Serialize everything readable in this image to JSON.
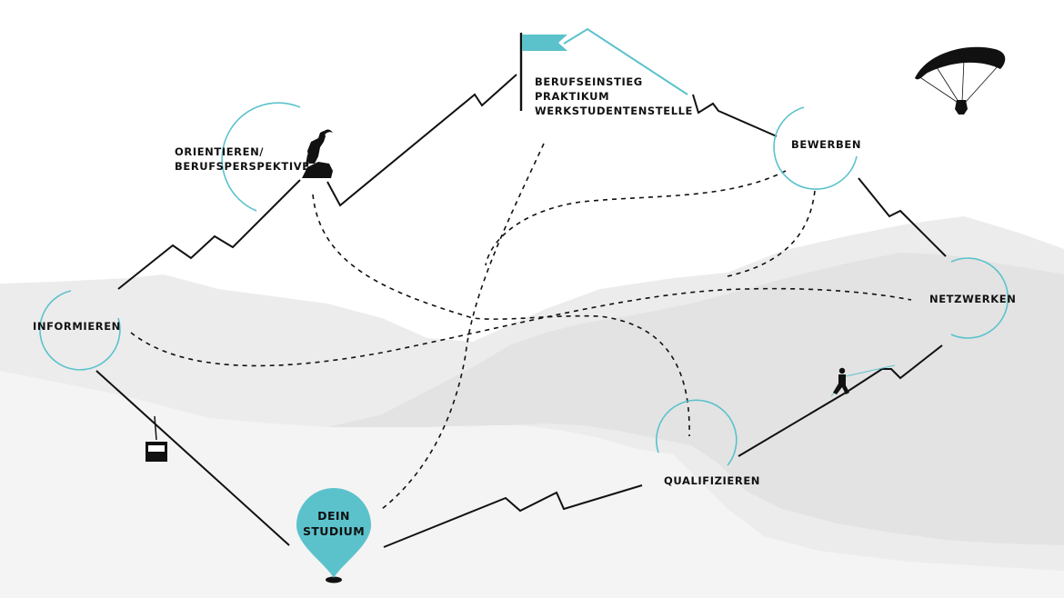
{
  "nodes": {
    "informieren": "INFORMIEREN",
    "orientieren_line1": "ORIENTIEREN/",
    "orientieren_line2": "BERUFSPERSPEKTIVE",
    "berufseinstieg_line1": "BERUFSEINSTIEG",
    "berufseinstieg_line2": "PRAKTIKUM",
    "berufseinstieg_line3": "WERKSTUDENTENSTELLE",
    "bewerben": "BEWERBEN",
    "netzwerken": "NETZWERKEN",
    "qualifizieren": "QUALIFIZIEREN",
    "dein_studium_line1": "DEIN",
    "dein_studium_line2": "STUDIUM"
  },
  "icons": [
    "ibex-icon",
    "summit-flag-icon",
    "paraglider-icon",
    "gondola-icon",
    "climber-icon",
    "location-pin-icon"
  ],
  "colors": {
    "accent": "#5bc2cc",
    "line": "#111111",
    "mountain_back": "#ececec",
    "mountain_front": "#e2e2e2",
    "mountain_light": "#f4f4f4"
  }
}
